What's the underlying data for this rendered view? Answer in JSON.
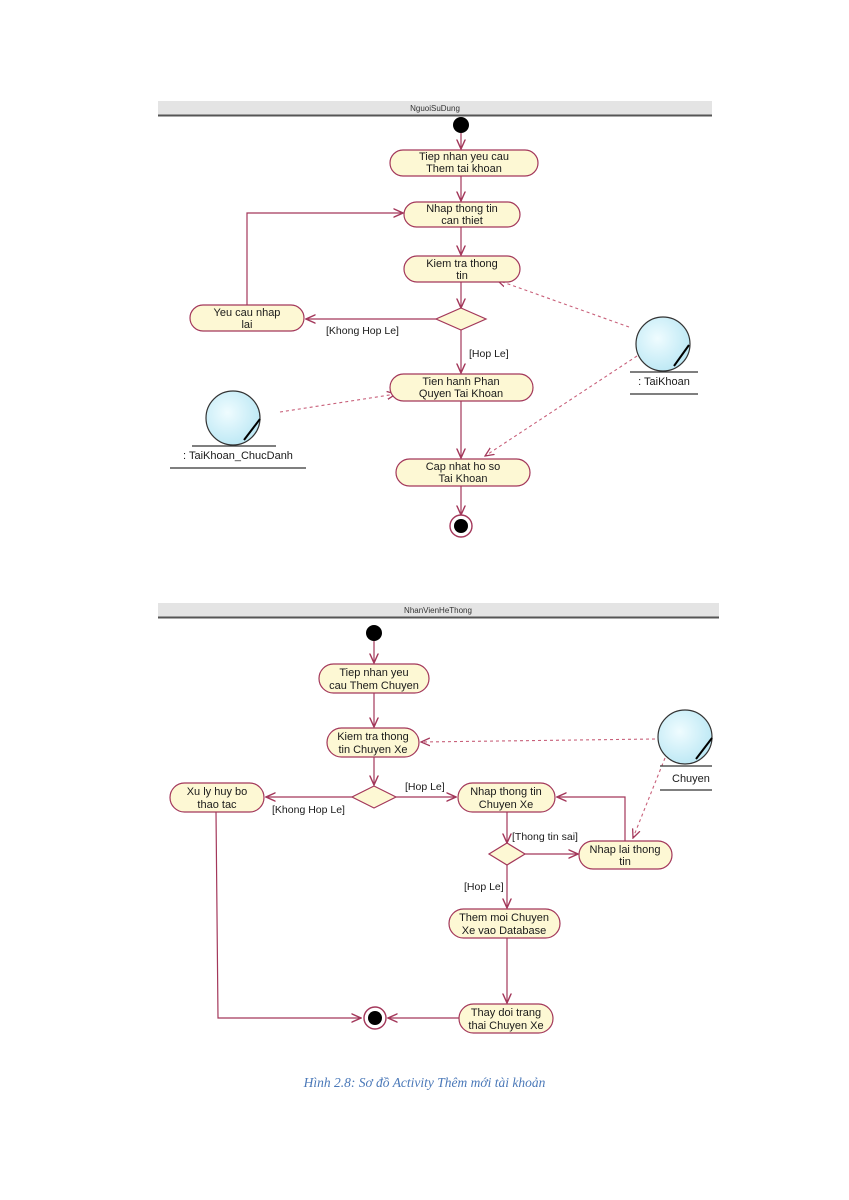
{
  "diagram1": {
    "lane_title": "NguoiSuDung",
    "activities": {
      "a1": [
        "Tiep nhan yeu cau",
        "Them tai khoan"
      ],
      "a2": [
        "Nhap thong tin",
        "can thiet"
      ],
      "a3": [
        "Kiem tra thong",
        "tin"
      ],
      "a4": [
        "Yeu cau nhap",
        "lai"
      ],
      "a5": [
        "Tien hanh Phan",
        "Quyen Tai Khoan"
      ],
      "a6": [
        "Cap nhat ho so",
        "Tai Khoan"
      ]
    },
    "guards": {
      "invalid": "[Khong Hop Le]",
      "valid": "[Hop Le]"
    },
    "objects": {
      "taikhoan": ": TaiKhoan",
      "chucdanh": ": TaiKhoan_ChucDanh"
    }
  },
  "diagram2": {
    "lane_title": "NhanVienHeThong",
    "activities": {
      "b1": [
        "Tiep nhan yeu",
        "cau Them Chuyen"
      ],
      "b2": [
        "Kiem tra thong",
        "tin Chuyen Xe"
      ],
      "b3": [
        "Xu ly huy bo",
        "thao tac"
      ],
      "b4": [
        "Nhap thong tin",
        "Chuyen Xe"
      ],
      "b5": [
        "Nhap lai thong",
        "tin"
      ],
      "b6": [
        "Them moi Chuyen",
        "Xe vao Database"
      ],
      "b7": [
        "Thay doi trang",
        "thai Chuyen Xe"
      ]
    },
    "guards": {
      "valid1": "[Hop Le]",
      "invalid": "[Khong Hop Le]",
      "wrong": "[Thong tin sai]",
      "valid2": "[Hop Le]"
    },
    "objects": {
      "chuyen": "Chuyen"
    }
  },
  "caption": "Hình 2.8: Sơ đồ Activity Thêm mới tài khoản",
  "colors": {
    "line": "#a3375a",
    "node_fill": "#fdf8d4",
    "object_fill": "#d8f3fa",
    "lane_bar": "#e0e0e0",
    "caption": "#4a78b8"
  }
}
